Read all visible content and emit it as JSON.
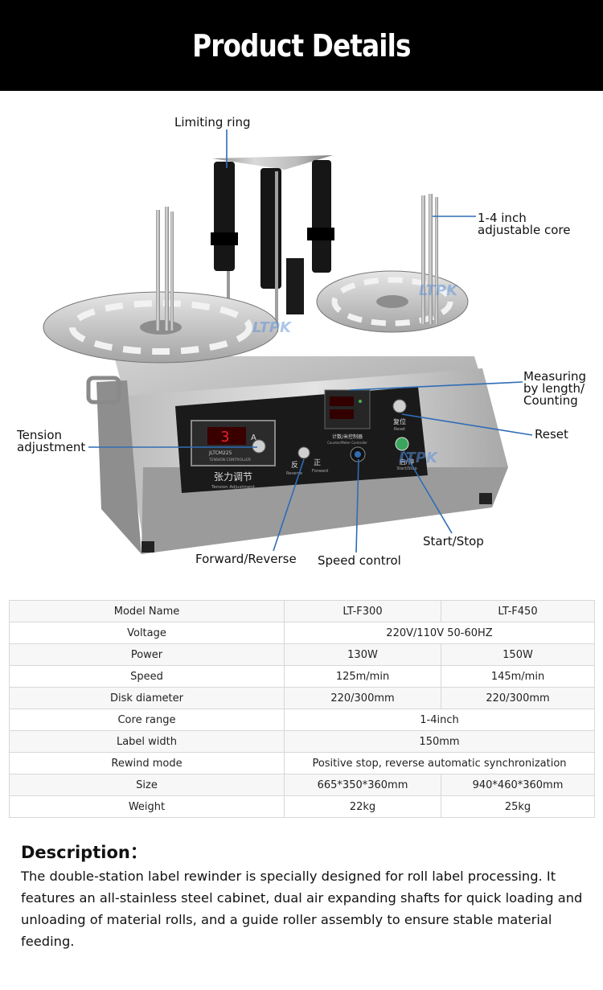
{
  "header": {
    "title": "Product Details"
  },
  "callouts": {
    "limiting_ring": "Limiting ring",
    "core": "1-4 inch\nadjustable core",
    "measuring": "Measuring\nby length/\nCounting",
    "reset": "Reset",
    "tension": "Tension\nadjustment",
    "start_stop": "Start/Stop",
    "forward_reverse": "Forward/Reverse",
    "speed_control": "Speed control"
  },
  "machine": {
    "watermark": "LTPK",
    "display_digit": "3",
    "display_unit": "A",
    "controller_model": "JLTCM225",
    "controller_sub": "TENSION CONTROLLER",
    "tension_cn": "张力调节",
    "tension_en": "Tension Adjustment",
    "reverse_cn": "反",
    "forward_cn": "正",
    "reverse_en": "Reverse",
    "forward_en": "Forward",
    "counter_cn": "计数/米控制器",
    "counter_en": "Counter/Meter Controller",
    "reset_cn": "复位",
    "reset_en": "Reset",
    "start_cn": "启/停",
    "start_en": "Start/Stop"
  },
  "specs": {
    "rows": [
      {
        "label": "Model Name",
        "values": [
          "LT-F300",
          "LT-F450"
        ]
      },
      {
        "label": "Voltage",
        "values": [
          "220V/110V 50-60HZ"
        ]
      },
      {
        "label": "Power",
        "values": [
          "130W",
          "150W"
        ]
      },
      {
        "label": "Speed",
        "values": [
          "125m/min",
          "145m/min"
        ]
      },
      {
        "label": "Disk diameter",
        "values": [
          "220/300mm",
          "220/300mm"
        ]
      },
      {
        "label": "Core range",
        "values": [
          "1-4inch"
        ]
      },
      {
        "label": "Label width",
        "values": [
          "150mm"
        ]
      },
      {
        "label": "Rewind mode",
        "values": [
          "Positive stop, reverse automatic synchronization"
        ]
      },
      {
        "label": "Size",
        "values": [
          "665*350*360mm",
          "940*460*360mm"
        ]
      },
      {
        "label": "Weight",
        "values": [
          "22kg",
          "25kg"
        ]
      }
    ]
  },
  "description": {
    "title": "Description：",
    "body": "The double-station label rewinder is specially designed for roll label processing. It features an all-stainless steel cabinet, dual air expanding shafts for quick loading and unloading of material rolls, and a guide roller assembly to ensure stable material feeding."
  },
  "colors": {
    "banner": "#000000",
    "callout_line": "#2f6db5",
    "display_red": "#e8242a"
  }
}
